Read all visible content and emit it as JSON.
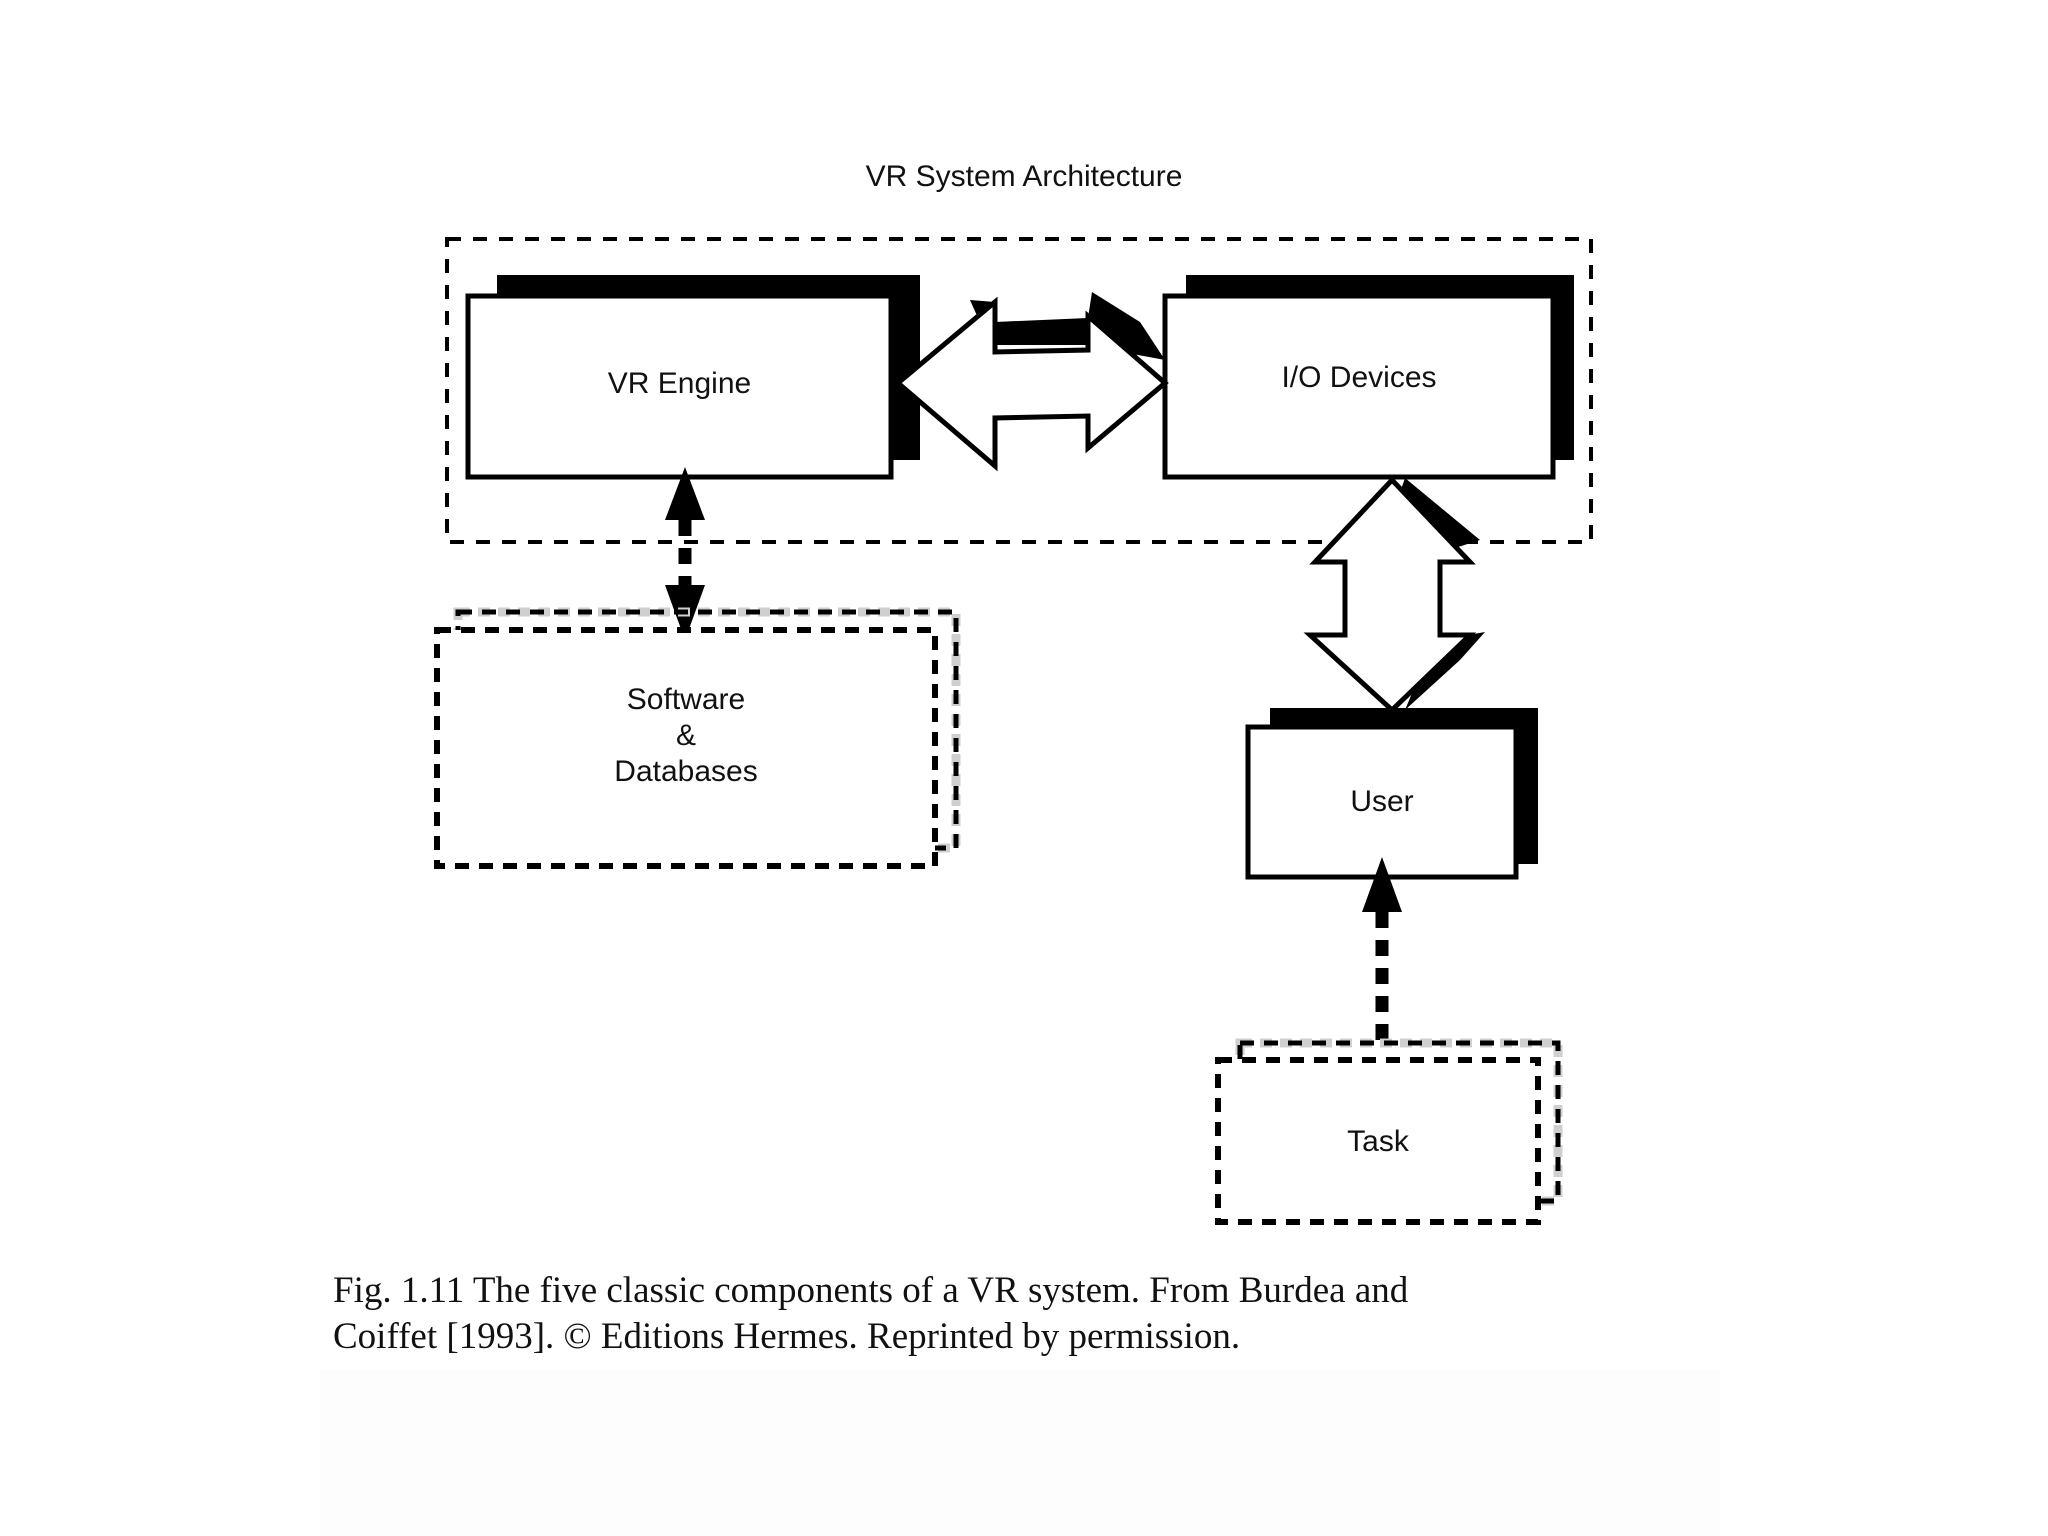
{
  "figure": {
    "title": "VR  System Architecture",
    "boxes": {
      "vr_engine": "VR Engine",
      "io_devices": "I/O Devices",
      "software_line1": "Software",
      "software_line2": "&",
      "software_line3": "Databases",
      "user": "User",
      "task": "Task"
    },
    "caption_line1": "Fig. 1.11 The five classic components of a VR system. From Burdea and",
    "caption_line2": "Coiffet [1993]. © Editions Hermes. Reprinted by permission."
  },
  "colors": {
    "ink": "#000000",
    "paper": "#ffffff",
    "shade": "#cfcfcf"
  }
}
